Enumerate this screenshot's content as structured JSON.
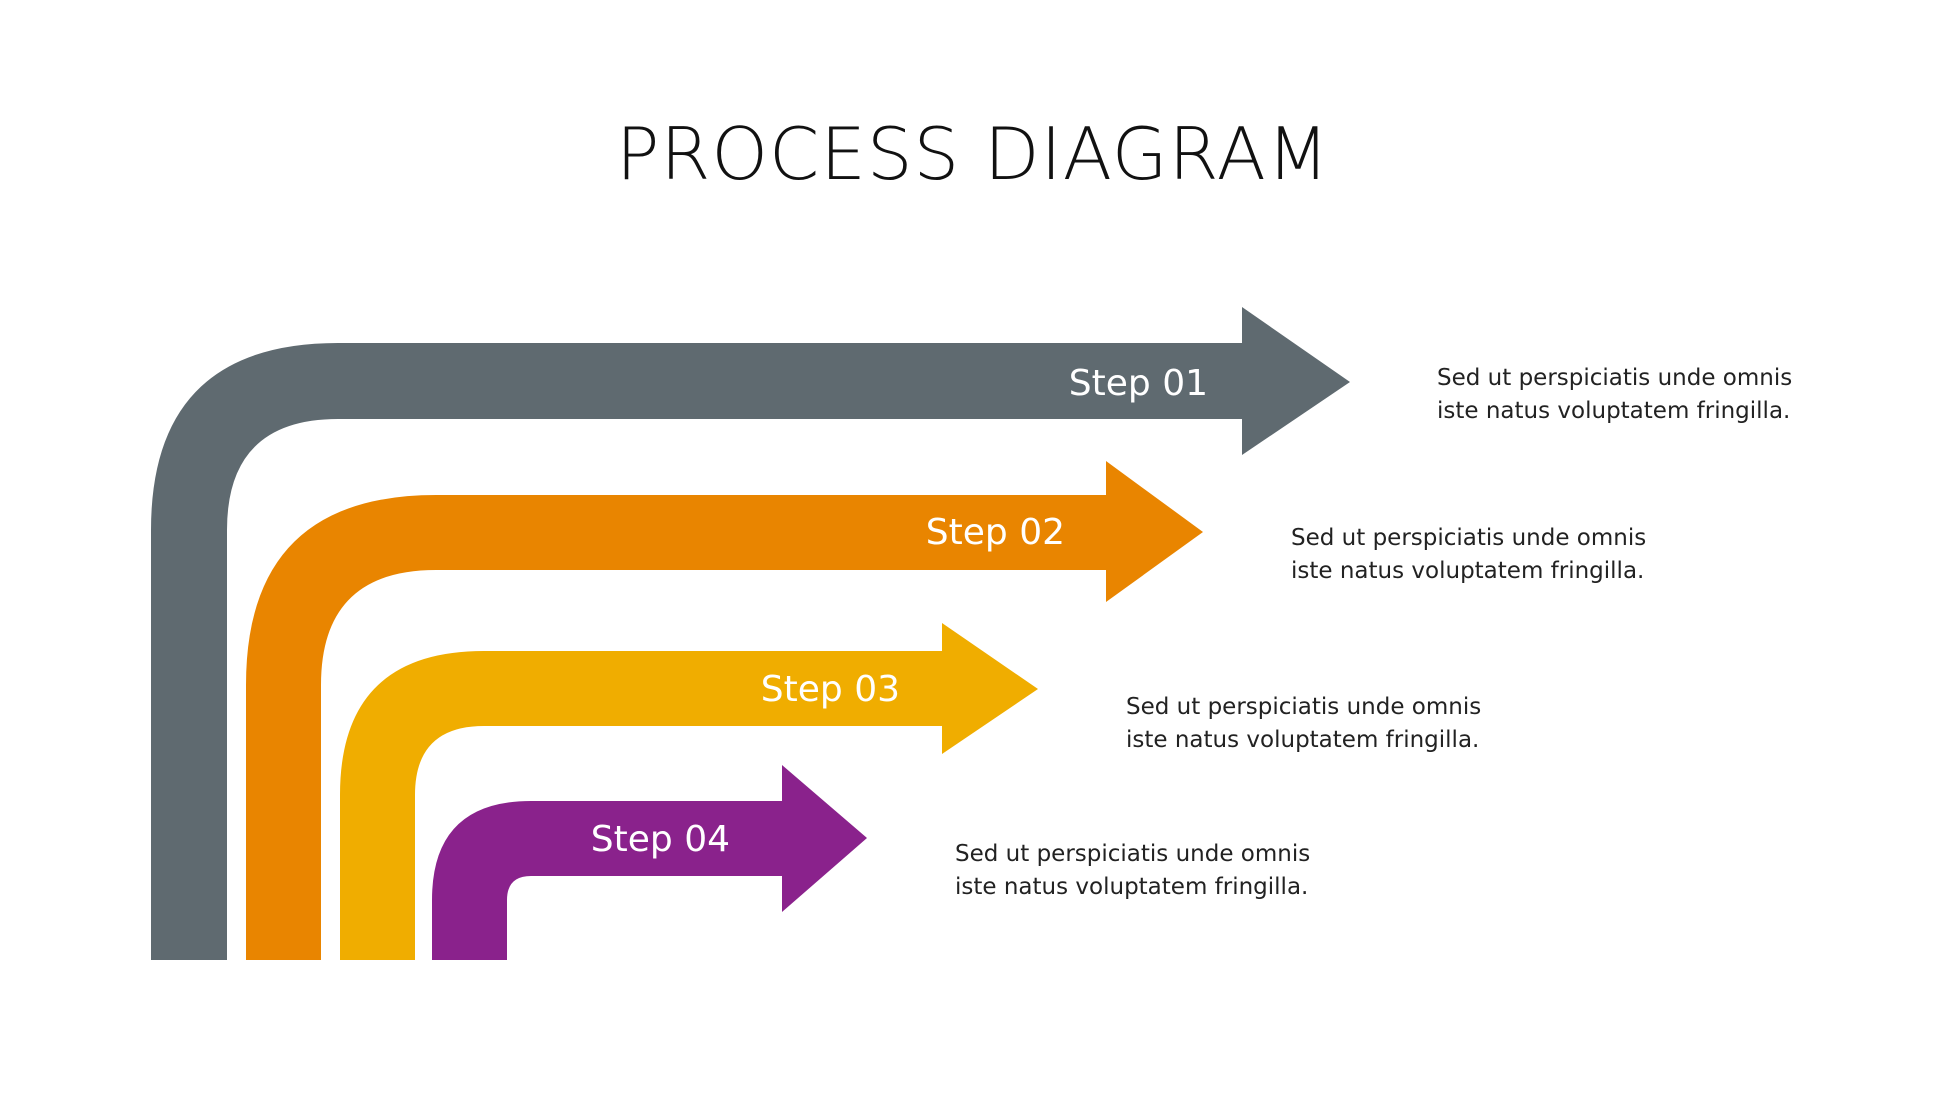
{
  "title": "PROCESS DIAGRAM",
  "steps": [
    {
      "label": "Step 01",
      "color": "#5f6a70",
      "desc_line1": "Sed ut perspiciatis unde omnis",
      "desc_line2": "iste natus voluptatem fringilla."
    },
    {
      "label": "Step 02",
      "color": "#e98500",
      "desc_line1": "Sed ut perspiciatis unde omnis",
      "desc_line2": "iste natus voluptatem fringilla."
    },
    {
      "label": "Step 03",
      "color": "#f0ad00",
      "desc_line1": "Sed ut perspiciatis unde omnis",
      "desc_line2": "iste natus voluptatem fringilla."
    },
    {
      "label": "Step 04",
      "color": "#8a228c",
      "desc_line1": "Sed ut perspiciatis unde omnis",
      "desc_line2": "iste natus voluptatem fringilla."
    }
  ]
}
